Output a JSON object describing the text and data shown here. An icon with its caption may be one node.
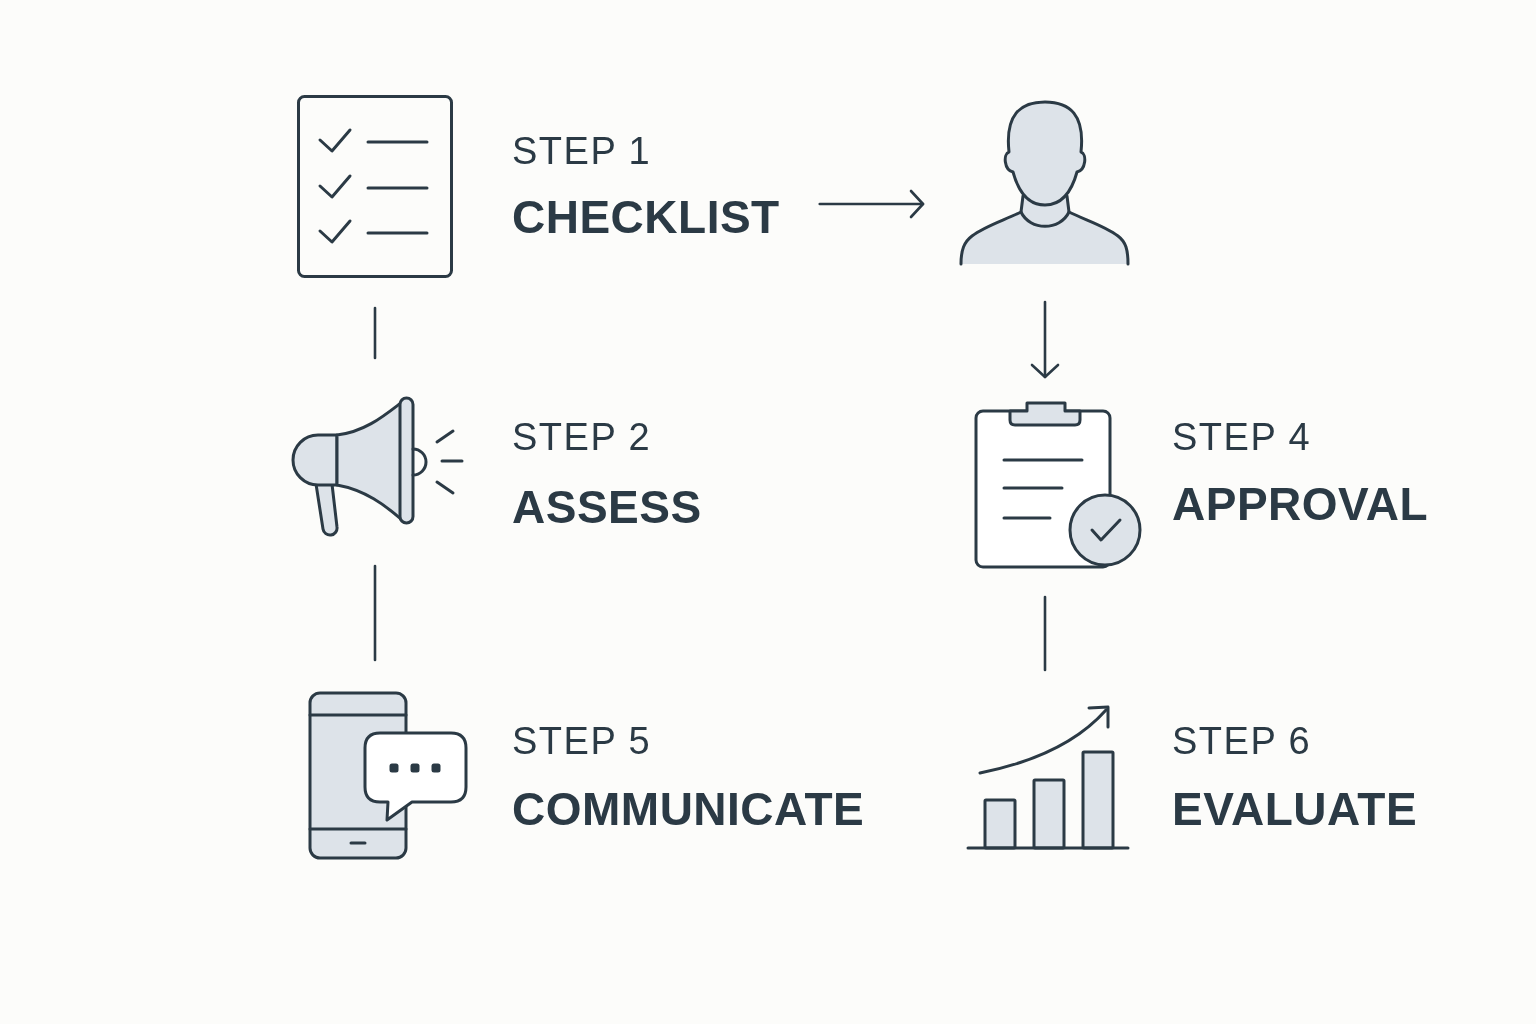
{
  "diagram": {
    "nodes": [
      {
        "text": [],
        "shape": "picture",
        "beside": [
          "STEP 1",
          "CHECKLIST"
        ]
      },
      {
        "text": [],
        "shape": "person"
      },
      {
        "text": [],
        "shape": "picture",
        "beside": [
          "STEP 2",
          "ASSESS"
        ]
      },
      {
        "text": [],
        "shape": "picture",
        "beside": [
          "STEP 4",
          "APPROVAL"
        ]
      },
      {
        "text": [],
        "shape": "picture",
        "beside": [
          "STEP 5",
          "COMMUNICATE"
        ]
      },
      {
        "text": [],
        "shape": "picture",
        "beside": [
          "STEP 6",
          "EVALUATE"
        ]
      }
    ],
    "edges": [
      {
        "from": 0,
        "to": 1,
        "arrow": "to"
      },
      {
        "from": 0,
        "to": 2,
        "arrow": "none"
      },
      {
        "from": 2,
        "to": 4,
        "arrow": "none"
      },
      {
        "from": 1,
        "to": 3,
        "arrow": "to"
      },
      {
        "from": 3,
        "to": 5,
        "arrow": "none"
      }
    ]
  }
}
